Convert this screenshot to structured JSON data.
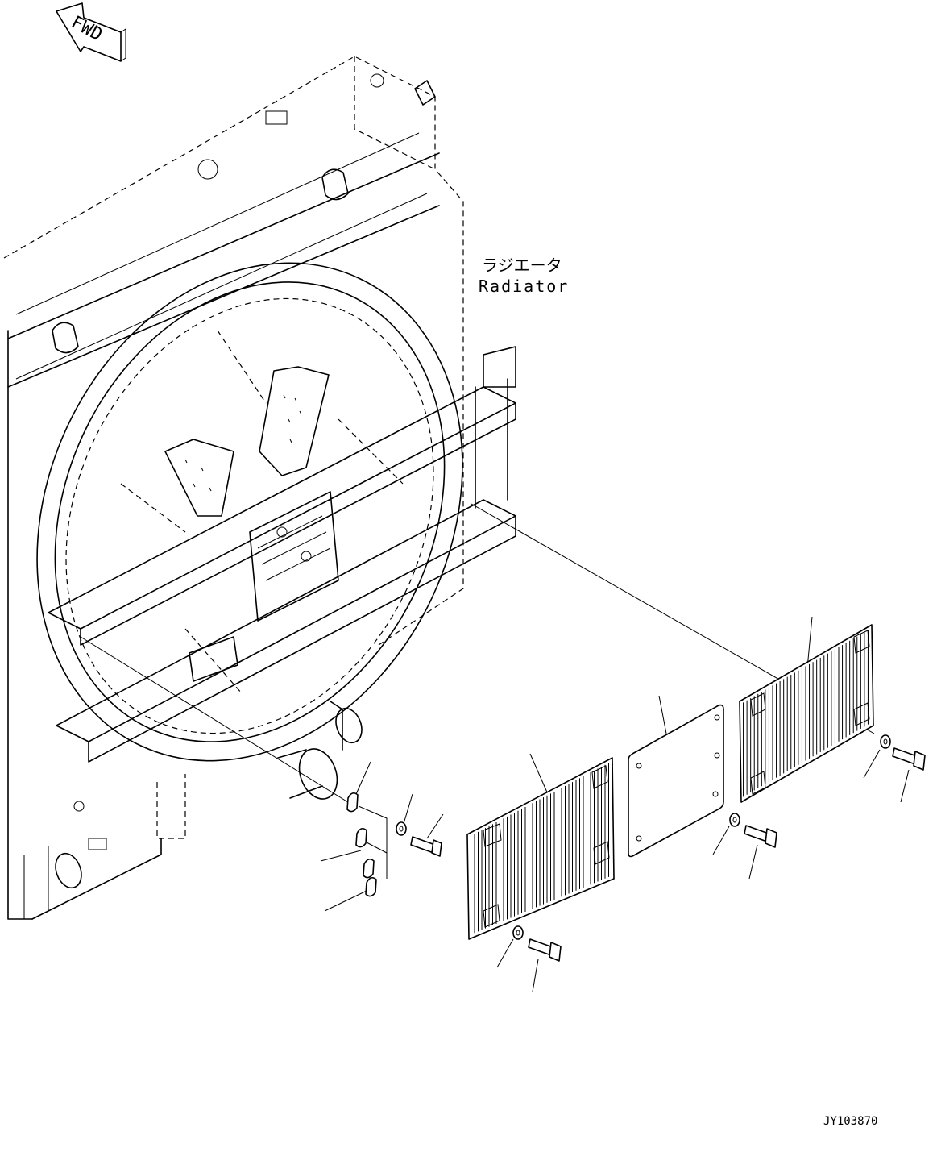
{
  "fwd_arrow": {
    "label": "FWD",
    "icon": "fwd-arrow-icon"
  },
  "radiator_label": {
    "jp": "ラジエータ",
    "en": "Radiator"
  },
  "drawing_number": "JY103870",
  "parts": [
    {
      "name": "left-grille-guard"
    },
    {
      "name": "center-cover-plate"
    },
    {
      "name": "right-grille-guard"
    },
    {
      "name": "clamp"
    },
    {
      "name": "washer"
    },
    {
      "name": "bolt"
    }
  ]
}
